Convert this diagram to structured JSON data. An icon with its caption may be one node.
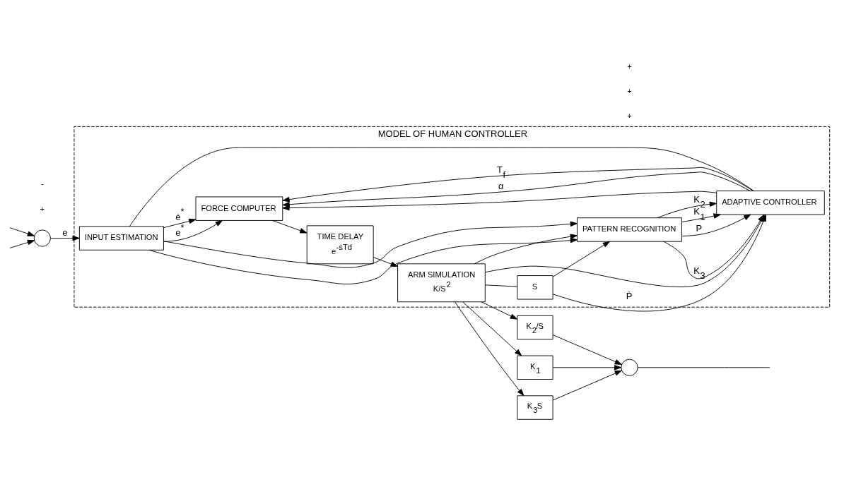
{
  "diagram": {
    "nodes": [
      {
        "text": [
          "MODEL OF HUMAN CONTROLLER"
        ]
      },
      {
        "text": [],
        "shape": "circle",
        "beside": [
          "+",
          "-"
        ]
      },
      {
        "text": [
          "INPUT ESTIMATION"
        ],
        "in": 0
      },
      {
        "text": [
          "FORCE COMPUTER"
        ],
        "in": 0
      },
      {
        "text": [
          "TIME DELAY",
          "e$^{-sTd}$"
        ],
        "in": 0
      },
      {
        "text": [
          "ARM SIMULATION",
          "K/S$^{2}$"
        ],
        "in": 0
      },
      {
        "text": [
          "ADAPTIVE CONTROLLER"
        ],
        "in": 0
      },
      {
        "text": [
          "S"
        ],
        "in": 0
      },
      {
        "text": [
          "PATTERN RECOGNITION"
        ],
        "in": 0
      },
      {
        "text": [
          "K$_{2}$/S"
        ]
      },
      {
        "text": [
          "K$_{1}$"
        ]
      },
      {
        "text": [
          "K$_{3}$S"
        ]
      },
      {
        "text": [],
        "shape": "circle",
        "beside": [
          "+",
          "+",
          "+"
        ]
      }
    ],
    "edges": [
      {
        "from": null,
        "to": 1,
        "arrow": "to"
      },
      {
        "from": null,
        "to": 1,
        "arrow": "to"
      },
      {
        "from": 1,
        "to": 2,
        "label": "e",
        "arrow": "to"
      },
      {
        "from": 2,
        "to": 3,
        "label": "e$^{*}$",
        "arrow": "to"
      },
      {
        "from": 2,
        "to": 3,
        "label": "ė$^{*}$",
        "arrow": "to"
      },
      {
        "from": 2,
        "to": 6,
        "arrow": "none"
      },
      {
        "from": 2,
        "to": 8,
        "arrow": "to"
      },
      {
        "from": 2,
        "to": 8,
        "arrow": "to"
      },
      {
        "from": 3,
        "to": 4,
        "arrow": "to"
      },
      {
        "from": 4,
        "to": 5,
        "arrow": "to"
      },
      {
        "from": 6,
        "to": 3,
        "label": "α",
        "arrow": "to"
      },
      {
        "from": 6,
        "to": 3,
        "label": "T$_{f}$",
        "arrow": "to"
      },
      {
        "from": 6,
        "to": 3,
        "arrow": "to"
      },
      {
        "from": 8,
        "to": 6,
        "label": "K$_{1}$",
        "arrow": "to"
      },
      {
        "from": 8,
        "to": 6,
        "label": "K$_{2}$",
        "arrow": "to"
      },
      {
        "from": 8,
        "to": 6,
        "label": "K$_{3}$",
        "arrow": "to"
      },
      {
        "from": 8,
        "to": 6,
        "label": "P",
        "arrow": "to"
      },
      {
        "from": 5,
        "to": 6,
        "arrow": "to"
      },
      {
        "from": 5,
        "to": 7,
        "arrow": "none"
      },
      {
        "from": 7,
        "to": 6,
        "label": "Ṗ",
        "arrow": "to"
      },
      {
        "from": 7,
        "to": 8,
        "arrow": "to"
      },
      {
        "from": 5,
        "to": 8,
        "arrow": "to"
      },
      {
        "from": 5,
        "to": 9,
        "arrow": "to"
      },
      {
        "from": 5,
        "to": 10,
        "arrow": "to"
      },
      {
        "from": 5,
        "to": 11,
        "arrow": "to"
      },
      {
        "from": 9,
        "to": 12,
        "arrow": "to"
      },
      {
        "from": 10,
        "to": 12,
        "arrow": "to"
      },
      {
        "from": 11,
        "to": 12,
        "arrow": "to"
      },
      {
        "from": 12,
        "to": null,
        "arrow": "none"
      }
    ]
  }
}
